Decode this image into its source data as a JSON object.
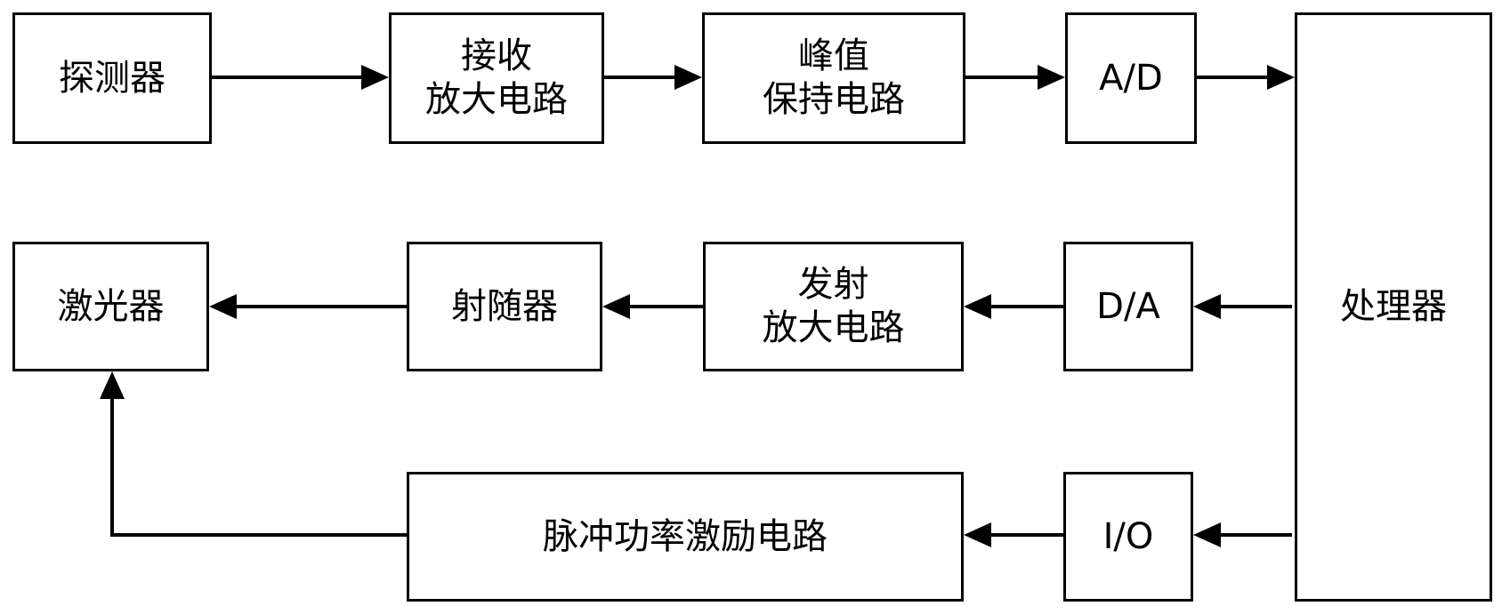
{
  "diagram": {
    "blocks": {
      "detector": {
        "lines": [
          "探测器"
        ]
      },
      "rx_amp": {
        "lines": [
          "接收",
          "放大电路"
        ]
      },
      "peak_hold": {
        "lines": [
          "峰值",
          "保持电路"
        ]
      },
      "adc": {
        "lines": [
          "A/D"
        ]
      },
      "processor": {
        "lines": [
          "处理器"
        ]
      },
      "laser": {
        "lines": [
          "激光器"
        ]
      },
      "emitter_follower": {
        "lines": [
          "射随器"
        ]
      },
      "tx_amp": {
        "lines": [
          "发射",
          "放大电路"
        ]
      },
      "dac": {
        "lines": [
          "D/A"
        ]
      },
      "pulse_drive": {
        "lines": [
          "脉冲功率激励电路"
        ]
      },
      "io": {
        "lines": [
          "I/O"
        ]
      }
    },
    "connections": [
      {
        "from": "detector",
        "to": "rx_amp"
      },
      {
        "from": "rx_amp",
        "to": "peak_hold"
      },
      {
        "from": "peak_hold",
        "to": "adc"
      },
      {
        "from": "adc",
        "to": "processor"
      },
      {
        "from": "processor",
        "to": "dac"
      },
      {
        "from": "dac",
        "to": "tx_amp"
      },
      {
        "from": "tx_amp",
        "to": "emitter_follower"
      },
      {
        "from": "emitter_follower",
        "to": "laser"
      },
      {
        "from": "processor",
        "to": "io"
      },
      {
        "from": "io",
        "to": "pulse_drive"
      },
      {
        "from": "pulse_drive",
        "to": "laser"
      }
    ],
    "colors": {
      "stroke": "#000000",
      "fill": "#ffffff",
      "text": "#000000"
    }
  }
}
